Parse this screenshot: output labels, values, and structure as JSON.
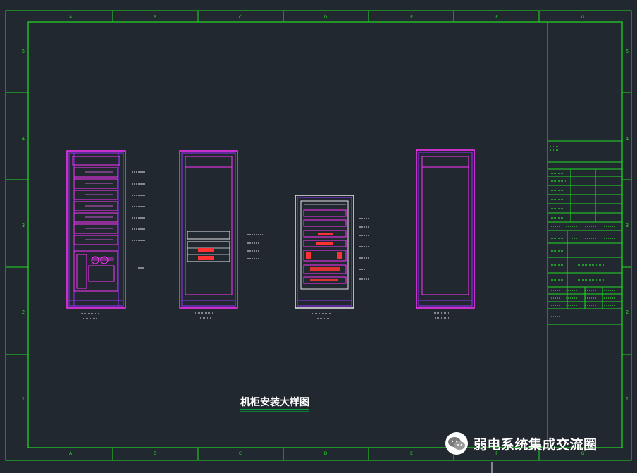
{
  "drawing": {
    "title": "机柜安装大样图",
    "border_top_letters": [
      "A",
      "B",
      "C",
      "D",
      "E",
      "F",
      "G"
    ],
    "border_bottom_letters": [
      "A",
      "B",
      "C",
      "D",
      "E",
      "F",
      "G"
    ],
    "border_left_numbers": [
      "5",
      "4",
      "3",
      "2",
      "1"
    ],
    "border_right_numbers": [
      "5",
      "4",
      "3",
      "2",
      "1"
    ]
  },
  "watermark": {
    "icon": "wechat-icon",
    "text": "弱电系统集成交流圈"
  },
  "colors": {
    "background": "#212830",
    "frame": "#22dd22",
    "cabinet_outline": "#ff33ff",
    "cabinet_inner": "#9b30ff",
    "equipment": "#ff3333",
    "annotation": "#e6e6e6",
    "title_underline": "#00cc44"
  }
}
